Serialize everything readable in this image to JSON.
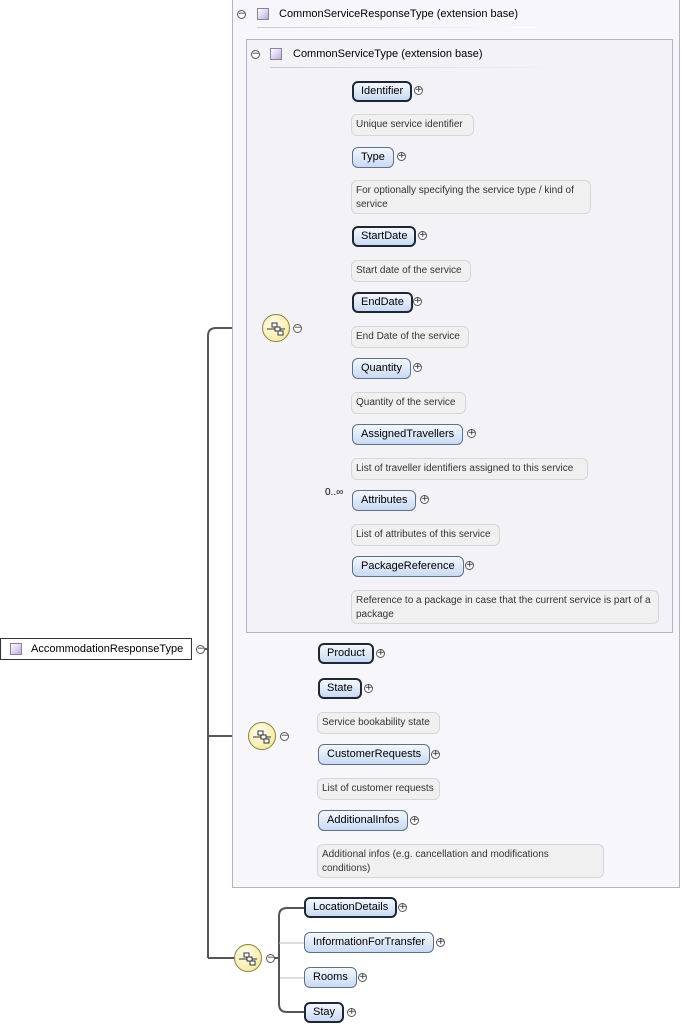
{
  "root": {
    "label": "AccommodationResponseType"
  },
  "ext_outer": {
    "label": "CommonServiceResponseType (extension base)"
  },
  "ext_inner": {
    "label": "CommonServiceType (extension base)"
  },
  "inner_sequence": [
    {
      "label": "Identifier",
      "required": true,
      "doc": "Unique service identifier"
    },
    {
      "label": "Type",
      "required": false,
      "doc": "For optionally specifying the service type / kind of service"
    },
    {
      "label": "StartDate",
      "required": true,
      "doc": "Start date of the service"
    },
    {
      "label": "EndDate",
      "required": true,
      "doc": "End Date of the service"
    },
    {
      "label": "Quantity",
      "required": false,
      "doc": "Quantity of the service"
    },
    {
      "label": "AssignedTravellers",
      "required": false,
      "doc": "List of traveller identifiers assigned to this service"
    },
    {
      "label": "Attributes",
      "required": false,
      "doc": "List of attributes of this service",
      "cardinality": "0..∞"
    },
    {
      "label": "PackageReference",
      "required": false,
      "doc": "Reference to a package in case that the current service is part of a package"
    }
  ],
  "middle_sequence": [
    {
      "label": "Product",
      "required": true,
      "doc": ""
    },
    {
      "label": "State",
      "required": true,
      "doc": "Service bookability state"
    },
    {
      "label": "CustomerRequests",
      "required": false,
      "doc": "List of customer requests"
    },
    {
      "label": "AdditionalInfos",
      "required": false,
      "doc": "Additional infos (e.g. cancellation and modifications conditions)"
    }
  ],
  "outer_sequence": [
    {
      "label": "LocationDetails",
      "required": true
    },
    {
      "label": "InformationForTransfer",
      "required": false
    },
    {
      "label": "Rooms",
      "required": false
    },
    {
      "label": "Stay",
      "required": true
    }
  ],
  "toggle_symbols": {
    "expand": "+",
    "collapse": "−"
  }
}
